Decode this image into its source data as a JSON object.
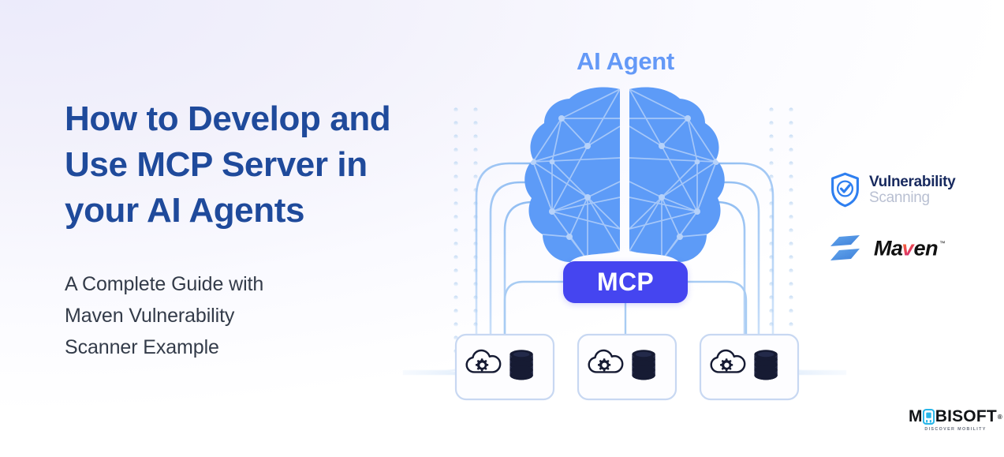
{
  "background": {
    "gradient_from": "#ecebfb",
    "gradient_to": "#ffffff"
  },
  "hero": {
    "headline_lines": [
      "How to Develop and",
      "Use MCP Server in",
      "your AI Agents"
    ],
    "headline_color": "#1f4a9b",
    "subhead_lines": [
      "A Complete Guide with",
      "Maven Vulnerability",
      "Scanner Example"
    ],
    "subhead_color": "#333b49"
  },
  "diagram": {
    "ai_agent_label": "AI Agent",
    "ai_agent_label_color": "#6499f7",
    "brain_color": "#5d9bf7",
    "brain_mesh_color": "#a9caf9",
    "mcp_label": "MCP",
    "mcp_color": "#4545f0",
    "mcp_text_color": "#ffffff",
    "connector_color": "#9ec7f5",
    "dot_color": "#bcd6f2",
    "nodes": [
      {
        "name": "server-node-1",
        "icons": [
          "cloud-gear-icon",
          "database-icon"
        ]
      },
      {
        "name": "server-node-2",
        "icons": [
          "cloud-gear-icon",
          "database-icon"
        ]
      },
      {
        "name": "server-node-3",
        "icons": [
          "cloud-gear-icon",
          "database-icon"
        ]
      }
    ],
    "node_border_color": "#c8d8f2",
    "node_icon_color": "#161b33"
  },
  "logos": {
    "vulnerability": {
      "line1": "Vulnerability",
      "line2": "Scanning",
      "line1_color": "#17295e",
      "line2_color": "#b9c0d2",
      "shield_color": "#2e7ff0"
    },
    "maven": {
      "text_before": "Ma",
      "text_accent": "v",
      "text_after": "en",
      "trademark": "™",
      "text_color": "#111111",
      "accent_gradient_from": "#f7941e",
      "accent_gradient_to": "#c9267f",
      "mark_color": "#4a90e2"
    },
    "mobisoft": {
      "text_before": "M",
      "text_after": "BISOFT",
      "registered": "®",
      "tagline": "DISCOVER MOBILITY",
      "text_color": "#111417",
      "mark_color": "#29b6e8",
      "tagline_color": "#6b7280"
    }
  }
}
